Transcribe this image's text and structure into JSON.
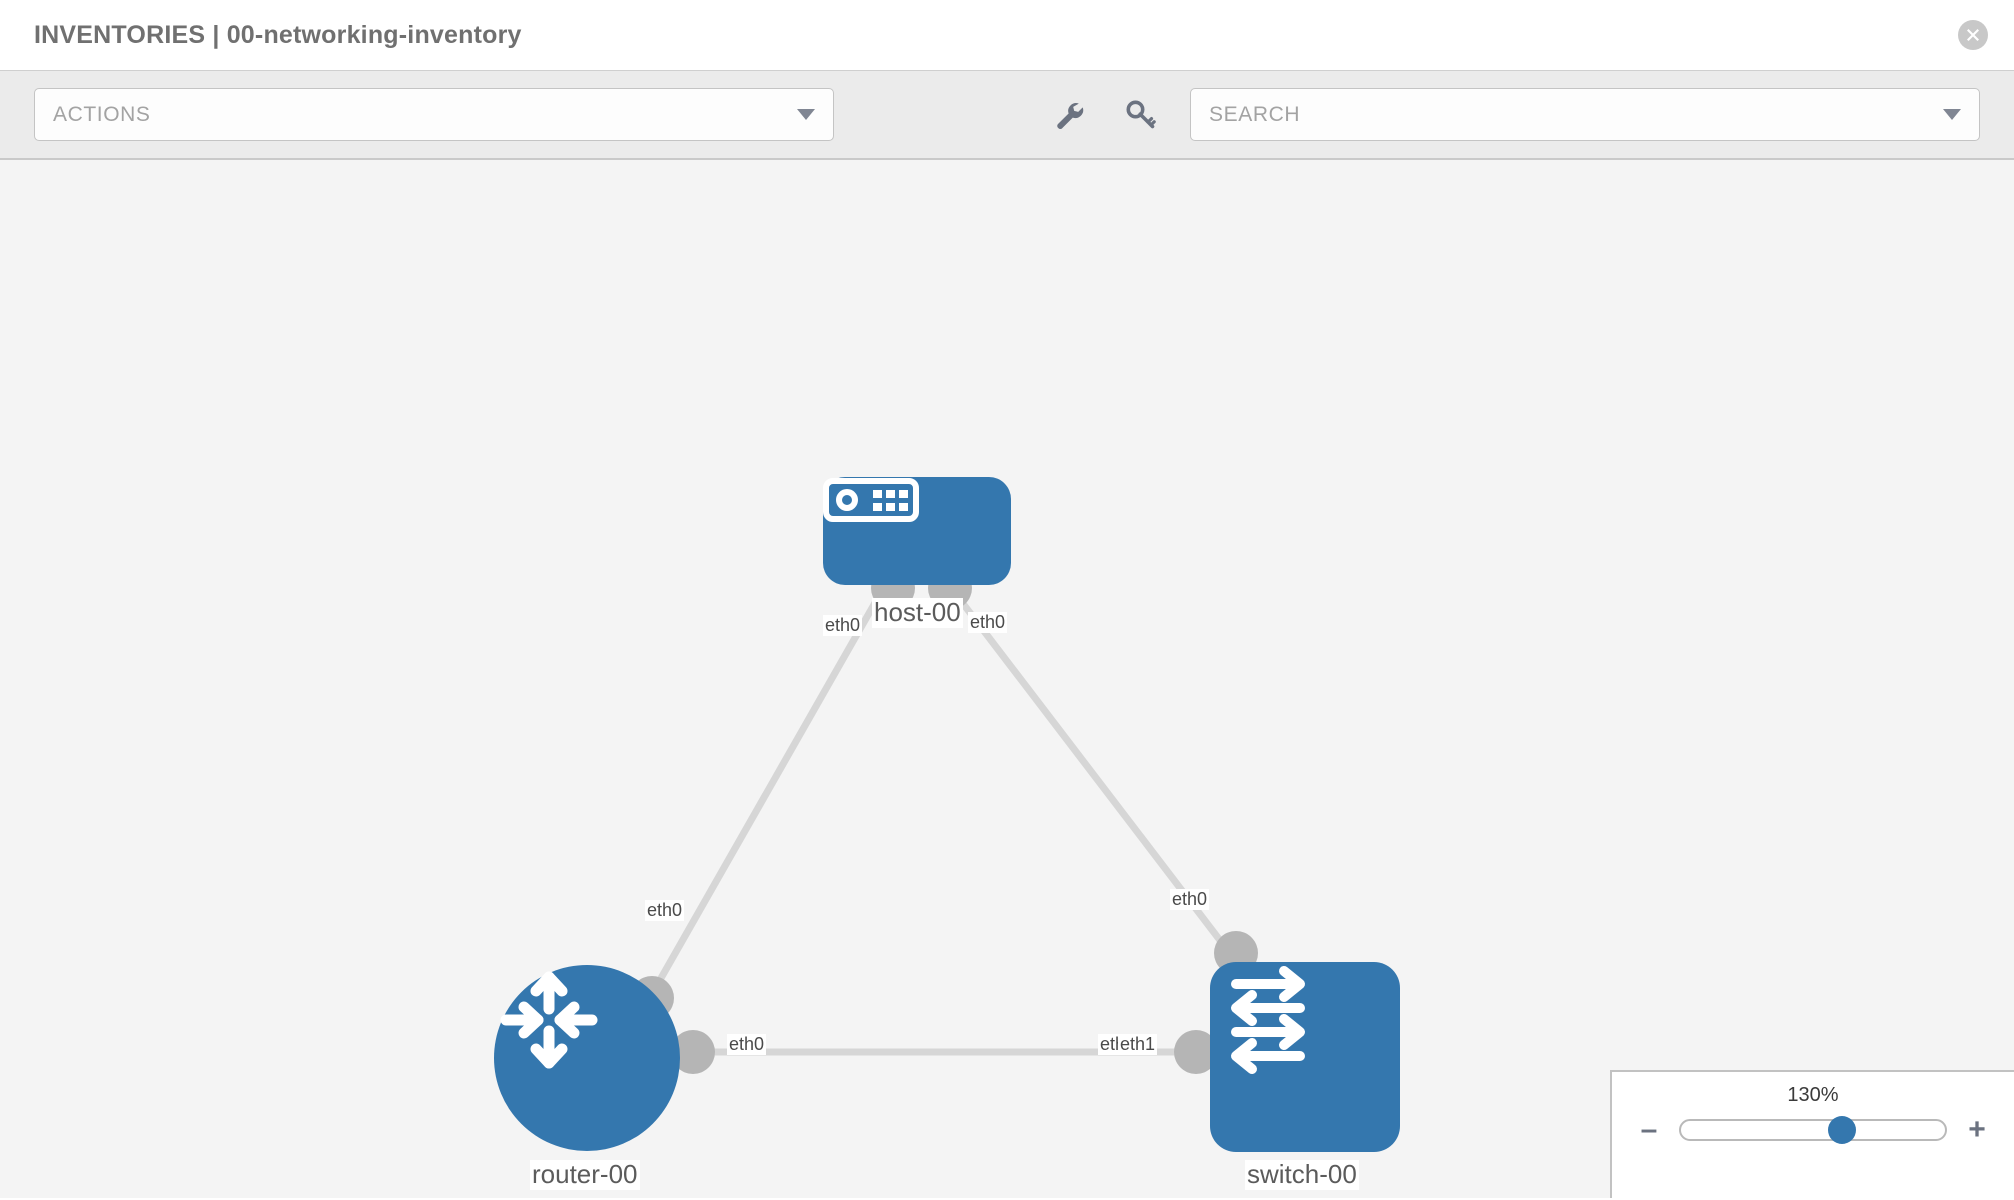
{
  "header": {
    "title": "INVENTORIES | 00-networking-inventory",
    "close_icon": "close-circle-icon"
  },
  "toolbar": {
    "actions_label": "ACTIONS",
    "actions_caret": "chevron-down-icon",
    "wrench_icon": "wrench-icon",
    "key_icon": "key-icon",
    "search_placeholder": "SEARCH",
    "search_value": "",
    "search_caret": "chevron-down-icon"
  },
  "topology": {
    "nodes": [
      {
        "id": "host-00",
        "label": "host-00",
        "icon": "server-icon",
        "shape": "rounded-rect",
        "color": "#3477ae"
      },
      {
        "id": "router-00",
        "label": "router-00",
        "icon": "router-icon",
        "shape": "circle",
        "color": "#3477ae"
      },
      {
        "id": "switch-00",
        "label": "switch-00",
        "icon": "switch-icon",
        "shape": "rounded-sq",
        "color": "#3477ae"
      }
    ],
    "edge_labels": {
      "host_left": "eth0",
      "host_right": "eth0",
      "router_up": "eth0",
      "switch_up": "eth0",
      "router_right": "eth0",
      "switch_left_a": "eth",
      "switch_left_b": "eth1"
    },
    "link_color": "#d6d6d6",
    "port_color": "#b5b5b5"
  },
  "zoom": {
    "value": "130%",
    "minus_label": "–",
    "plus_label": "+",
    "slider_percent": 61
  }
}
